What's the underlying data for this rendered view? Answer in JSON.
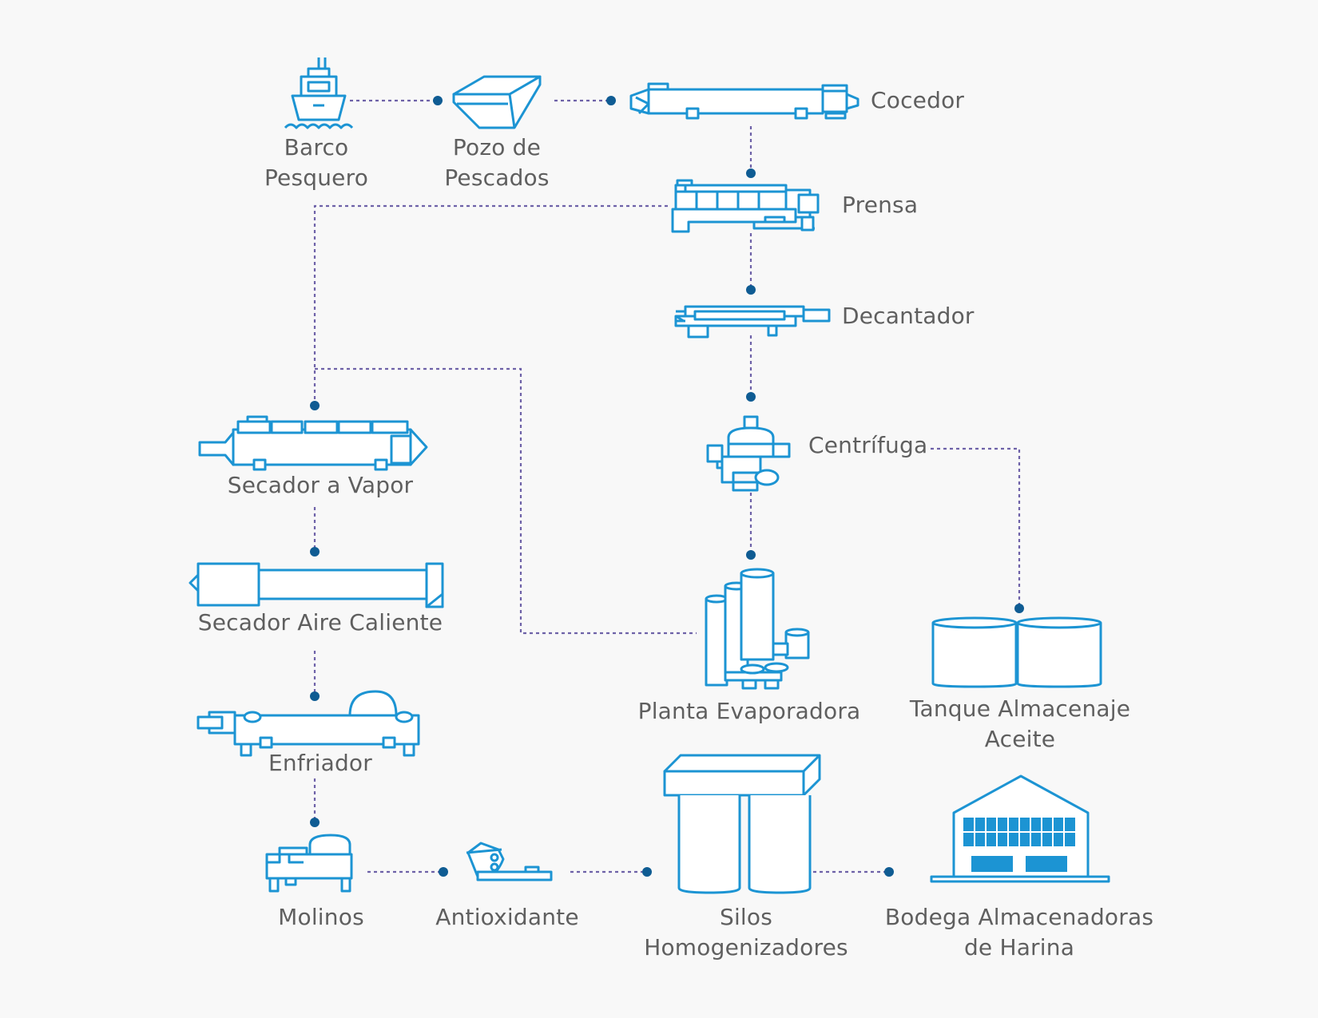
{
  "diagram": {
    "nodes": [
      {
        "id": "barco",
        "icon": "fishing-boat-icon",
        "lines": [
          "Barco",
          "Pesquero"
        ]
      },
      {
        "id": "pozo",
        "icon": "fish-pit-icon",
        "lines": [
          "Pozo de",
          "Pescados"
        ]
      },
      {
        "id": "cocedor",
        "icon": "cooker-icon",
        "lines": [
          "Cocedor"
        ]
      },
      {
        "id": "prensa",
        "icon": "press-icon",
        "lines": [
          "Prensa"
        ]
      },
      {
        "id": "decantador",
        "icon": "decanter-icon",
        "lines": [
          "Decantador"
        ]
      },
      {
        "id": "centrifuga",
        "icon": "centrifuge-icon",
        "lines": [
          "Centrífuga"
        ]
      },
      {
        "id": "secador_vapor",
        "icon": "steam-dryer-icon",
        "lines": [
          "Secador a Vapor"
        ]
      },
      {
        "id": "secador_aire",
        "icon": "hot-air-dryer-icon",
        "lines": [
          "Secador Aire Caliente"
        ]
      },
      {
        "id": "enfriador",
        "icon": "cooler-icon",
        "lines": [
          "Enfriador"
        ]
      },
      {
        "id": "planta",
        "icon": "evaporator-plant-icon",
        "lines": [
          "Planta Evaporadora"
        ]
      },
      {
        "id": "tanque",
        "icon": "oil-tank-icon",
        "lines": [
          "Tanque Almacenaje",
          "Aceite"
        ]
      },
      {
        "id": "molinos",
        "icon": "mill-icon",
        "lines": [
          "Molinos"
        ]
      },
      {
        "id": "antioxidante",
        "icon": "antioxidant-icon",
        "lines": [
          "Antioxidante"
        ]
      },
      {
        "id": "silos",
        "icon": "silos-icon",
        "lines": [
          "Silos",
          "Homogenizadores"
        ]
      },
      {
        "id": "bodega",
        "icon": "warehouse-icon",
        "lines": [
          "Bodega Almacenadoras",
          "de Harina"
        ]
      }
    ],
    "edges": [
      {
        "from": "barco",
        "to": "pozo"
      },
      {
        "from": "pozo",
        "to": "cocedor"
      },
      {
        "from": "cocedor",
        "to": "prensa"
      },
      {
        "from": "prensa",
        "to": "decantador"
      },
      {
        "from": "decantador",
        "to": "centrifuga"
      },
      {
        "from": "centrifuga",
        "to": "planta"
      },
      {
        "from": "centrifuga",
        "to": "tanque"
      },
      {
        "from": "prensa",
        "to": "secador_vapor"
      },
      {
        "from": "prensa",
        "to": "planta"
      },
      {
        "from": "secador_vapor",
        "to": "secador_aire"
      },
      {
        "from": "secador_aire",
        "to": "enfriador"
      },
      {
        "from": "enfriador",
        "to": "molinos"
      },
      {
        "from": "molinos",
        "to": "antioxidante"
      },
      {
        "from": "antioxidante",
        "to": "silos"
      },
      {
        "from": "silos",
        "to": "bodega"
      }
    ],
    "colors": {
      "icon": "#1c94d3",
      "connector": "#6e62a8",
      "dot": "#0f5c93",
      "text": "#5f5f5f",
      "background": "#f8f8f8"
    }
  }
}
